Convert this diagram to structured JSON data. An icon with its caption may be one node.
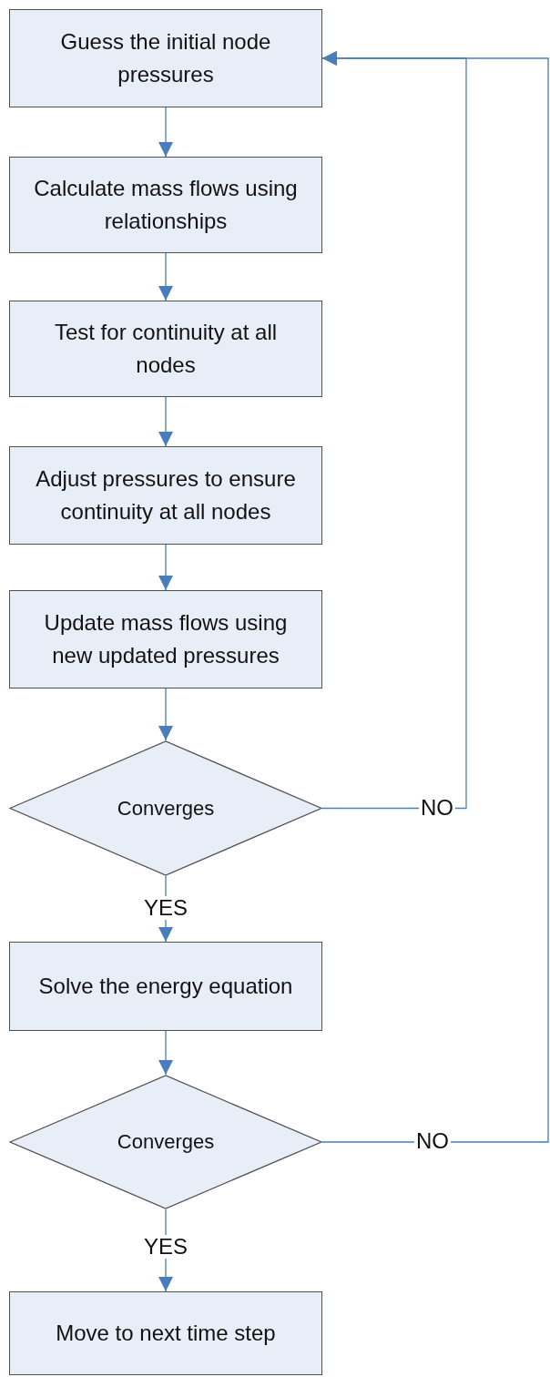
{
  "diagram": {
    "nodes": [
      {
        "text": [
          "Guess the initial node pressures"
        ]
      },
      {
        "text": [
          "Calculate mass flows using relationships"
        ]
      },
      {
        "text": [
          "Test for continuity at all nodes"
        ]
      },
      {
        "text": [
          "Adjust pressures to ensure continuity at all nodes"
        ]
      },
      {
        "text": [
          "Update mass flows using new updated pressures"
        ]
      },
      {
        "text": [
          "Converges"
        ]
      },
      {
        "text": [
          "Solve the energy equation"
        ]
      },
      {
        "text": [
          "Converges"
        ]
      },
      {
        "text": [
          "Move to next time step"
        ]
      }
    ],
    "edges": [
      {
        "from": 0,
        "to": 1,
        "arrow": "to"
      },
      {
        "from": 1,
        "to": 2,
        "arrow": "to"
      },
      {
        "from": 2,
        "to": 3,
        "arrow": "to"
      },
      {
        "from": 3,
        "to": 4,
        "arrow": "to"
      },
      {
        "from": 4,
        "to": 5,
        "arrow": "to"
      },
      {
        "from": 5,
        "to": 0,
        "arrow": "to",
        "label": "NO"
      },
      {
        "from": 5,
        "to": 6,
        "arrow": "to",
        "label": "YES"
      },
      {
        "from": 6,
        "to": 7,
        "arrow": "to"
      },
      {
        "from": 7,
        "to": 0,
        "arrow": "to",
        "label": "NO"
      },
      {
        "from": 7,
        "to": 8,
        "arrow": "to",
        "label": "YES"
      }
    ]
  }
}
